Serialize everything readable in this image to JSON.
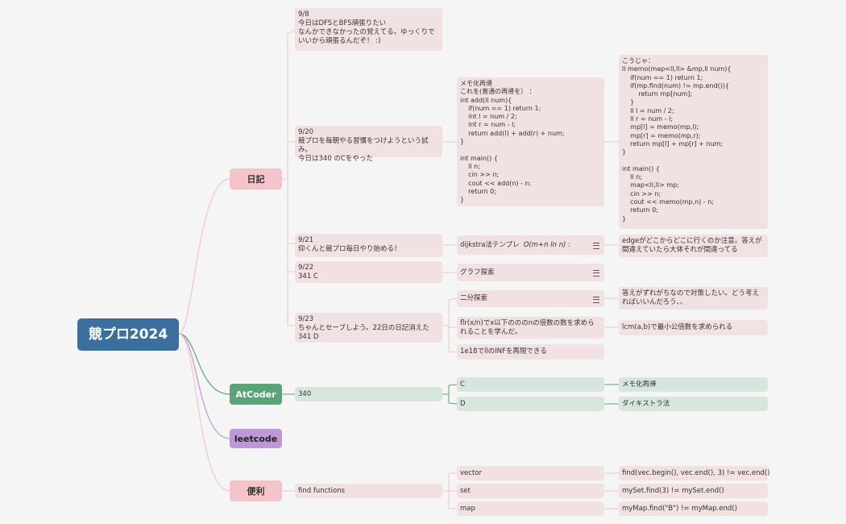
{
  "root": "競プロ2024",
  "branches": {
    "nikki": "日記",
    "atcoder": "AtCoder",
    "leetcode": "leetcode",
    "benri": "便利"
  },
  "diary": {
    "d98": "9/8\n今日はDFSとBFS頑張りたい\nなんかできなかったの覚えてる。ゆっくりでいいから頑張るんだぞ！ :)",
    "d920": "9/20\n競プロを毎朝やる習慣をつけようという試み。\n今日は340 のCをやった",
    "d921": "9/21\n仰くんと競プロ毎日やり始める！",
    "d922": "9/22\n341 C",
    "d923": "9/23\nちゃんとセーブしよう。22日の日記消えた\n341 D"
  },
  "memo": {
    "code1": "メモ化再帰\nこれを(普通の再帰を） ：\nint add(ll num){\n    if(num == 1) return 1;\n    int l = num / 2;\n    int r = num - l;\n    return add(l) + add(r) + num;\n}\n\nint main() {\n    ll n;\n    cin >> n;\n    cout << add(n) - n;\n    return 0;\n}",
    "code2": "こうじゃ：\nll memo(map<ll,ll> &mp,ll num){\n    if(num == 1) return 1;\n    if(mp.find(num) != mp.end()){\n        return mp[num];\n    }\n    ll l = num / 2;\n    ll r = num - l;\n    mp[l] = memo(mp,l);\n    mp[r] = memo(mp,r);\n    return mp[l] + mp[r] + num;\n}\n\nint main() {\n    ll n;\n    map<ll,ll> mp;\n    cin >> n;\n    cout << memo(mp,n) - n;\n    return 0;\n}"
  },
  "dijkstra": {
    "label": "dijkstra法テンプレ",
    "complexity": "O(m+n ln n) :",
    "note": "edgeがどこからどこに行くのか注意。答えが間違えていたら大体それが間違ってる"
  },
  "graph": {
    "label": "グラフ探索"
  },
  "binary": {
    "label": "二分探索",
    "note": "答えがずれがちなので対策したい。どう考えればいいんだろう、、"
  },
  "flr": {
    "label": "flr(x/n)でx以下のののnの倍数の数を求められることを学んだ。",
    "note": "lcm(a,b)で最小公倍数を求められる"
  },
  "inf": {
    "label": "1e18でllのINFを再現できる"
  },
  "atcoder": {
    "contest": "340",
    "c_label": "C",
    "c_note": "メモ化再帰",
    "d_label": "D",
    "d_note": "ダイキストラ法"
  },
  "find": {
    "label": "find functions",
    "vector": "vector",
    "vector_code": "find(vec.begin(), vec.end(), 3) != vec.end()",
    "set": "set",
    "set_code": "mySet.find(3) != mySet.end()",
    "map": "map",
    "map_code": "myMap.find(\"B\") != myMap.end()"
  },
  "colors": {
    "root": "#3a6f9e",
    "pink": "#f5c4cb",
    "green": "#5aa577",
    "purple": "#bd97d8",
    "node_pink": "#f1e1e2",
    "node_green": "#d6e6dd"
  }
}
